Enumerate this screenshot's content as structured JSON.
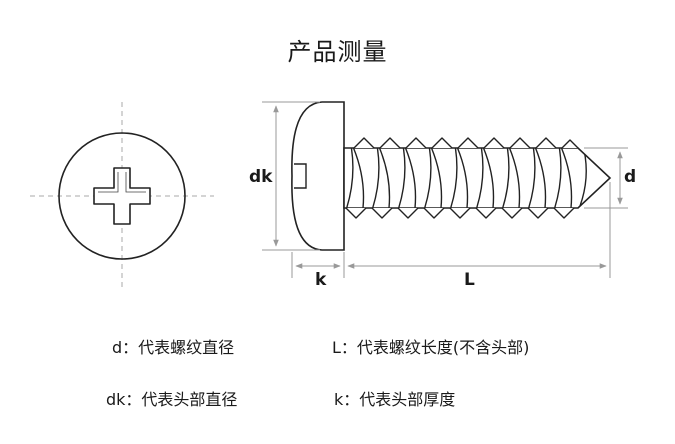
{
  "title": "产品测量",
  "labels": {
    "dk": "dk",
    "d": "d",
    "k": "k",
    "L": "L"
  },
  "legend": [
    {
      "key": "d",
      "text": "d：代表螺纹直径"
    },
    {
      "key": "L",
      "text": "L：代表螺纹长度(不含头部)"
    },
    {
      "key": "dk",
      "text": "dk：代表头部直径"
    },
    {
      "key": "k",
      "text": "k：代表头部厚度"
    }
  ]
}
